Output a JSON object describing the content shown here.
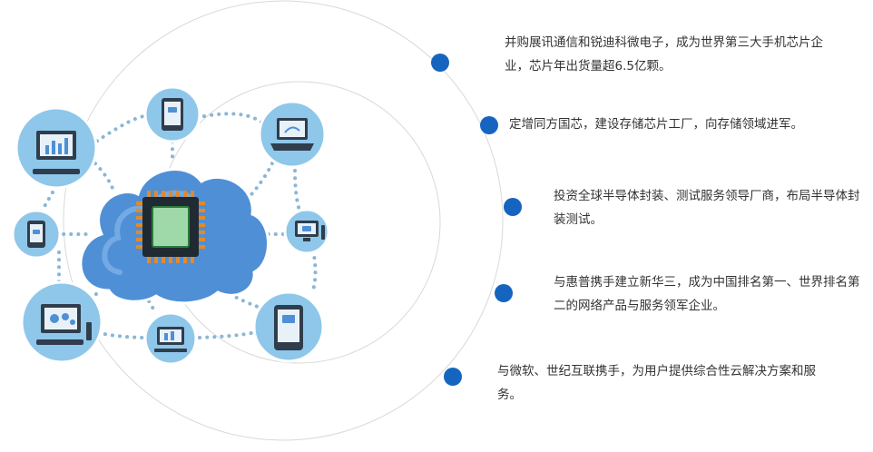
{
  "colors": {
    "accent_dot": "#1565c0",
    "ring": "#d9d9d9",
    "cloud": "#4f8fd6",
    "device_bubble": "#8fc7ea",
    "connector": "#8ab6d6",
    "chip_core": "#9fd8a9",
    "chip_pins": "#e08a2c"
  },
  "milestones": [
    {
      "text": "并购展讯通信和锐迪科微电子，成为世界第三大手机芯片企业，芯片年出货量超6.5亿颗。"
    },
    {
      "text": "定增同方国芯，建设存储芯片工厂，向存储领域进军。"
    },
    {
      "text": "投资全球半导体封装、测试服务领导厂商，布局半导体封装测试。"
    },
    {
      "text": "与惠普携手建立新华三，成为中国排名第一、世界排名第二的网络产品与服务领军企业。"
    },
    {
      "text": "与微软、世纪互联携手，为用户提供综合性云解决方案和服务。"
    }
  ],
  "devices": [
    {
      "icon": "desktop-monitor-icon"
    },
    {
      "icon": "tablet-icon"
    },
    {
      "icon": "laptop-icon"
    },
    {
      "icon": "phone-icon"
    },
    {
      "icon": "small-monitor-icon"
    },
    {
      "icon": "desktop-workstation-icon"
    },
    {
      "icon": "small-desktop-icon"
    },
    {
      "icon": "tablet-large-icon"
    }
  ]
}
